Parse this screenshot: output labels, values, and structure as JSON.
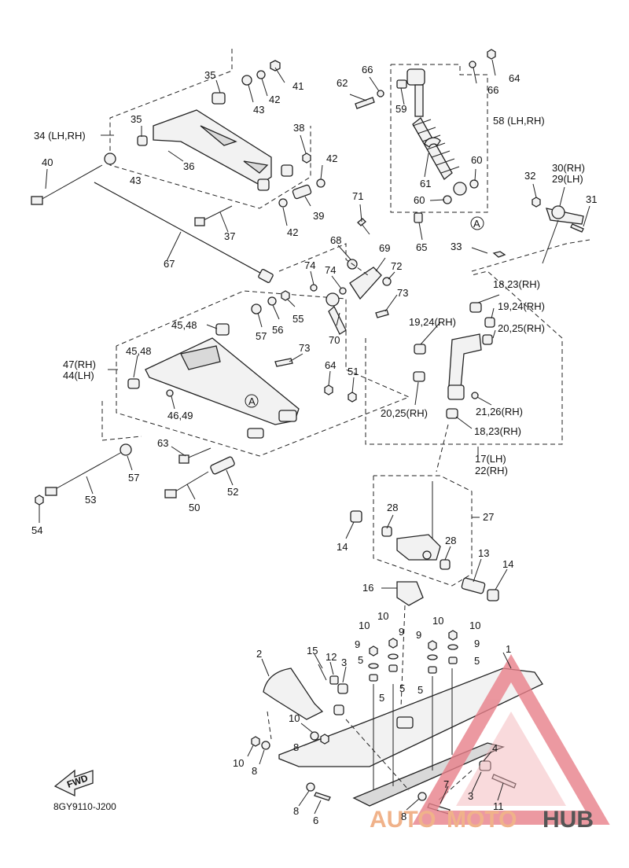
{
  "diagram_code": "8GY9110-J200",
  "fwd_label": "FWD",
  "watermark": {
    "part1": "AUTO",
    "part2": "MOTO",
    "part3": "HUB"
  },
  "labels": {
    "l35a": "35",
    "l41": "41",
    "l43a": "43",
    "l42a": "42",
    "l35b": "35",
    "l34": "34 (LH,RH)",
    "l38": "38",
    "l36": "36",
    "l40": "40",
    "l43b": "43",
    "l42b": "42",
    "l39": "39",
    "l42c": "42",
    "l37": "37",
    "l62": "62",
    "l66a": "66",
    "l64a": "64",
    "l66b": "66",
    "l59": "59",
    "l58": "58 (LH,RH)",
    "l61": "61",
    "l60a": "60",
    "l60b": "60",
    "l65": "65",
    "lA1": "A",
    "l30": "30(RH)",
    "l29": "29(LH)",
    "l32": "32",
    "l31": "31",
    "l71": "71",
    "l67": "67",
    "l68": "68",
    "l69": "69",
    "l74a": "74",
    "l74b": "74",
    "l72": "72",
    "l73a": "73",
    "l55": "55",
    "l56": "56",
    "l57a": "57",
    "l70": "70",
    "l33": "33",
    "l1823a": "18,23(RH)",
    "l1924a": "19,24(RH)",
    "l1924b": "19,24(RH)",
    "l2025a": "20,25(RH)",
    "l2025b": "20,25(RH)",
    "l2126": "21,26(RH)",
    "l1823b": "18,23(RH)",
    "l17": "17(LH)",
    "l22": "22(RH)",
    "l4548a": "45,48",
    "l4548b": "45,48",
    "l47": "47(RH)",
    "l44": "44(LH)",
    "l4649": "46,49",
    "l73b": "73",
    "l64b": "64",
    "l51": "51",
    "lA2": "A",
    "l63": "63",
    "l57b": "57",
    "l53": "53",
    "l54": "54",
    "l50": "50",
    "l52": "52",
    "l27": "27",
    "l28a": "28",
    "l28b": "28",
    "l14a": "14",
    "l14b": "14",
    "l13": "13",
    "l16": "16",
    "l10a": "10",
    "l10b": "10",
    "l10c": "10",
    "l10d": "10",
    "l10e": "10",
    "l10f": "10",
    "l9a": "9",
    "l9b": "9",
    "l9c": "9",
    "l9d": "9",
    "l5a": "5",
    "l5b": "5",
    "l5c": "5",
    "l5d": "5",
    "l5e": "5",
    "l1": "1",
    "l2": "2",
    "l15": "15",
    "l12": "12",
    "l3a": "3",
    "l3b": "3",
    "l4": "4",
    "l8a": "8",
    "l8b": "8",
    "l8c": "8",
    "l8d": "8",
    "l6": "6",
    "l7": "7",
    "l11": "11"
  }
}
